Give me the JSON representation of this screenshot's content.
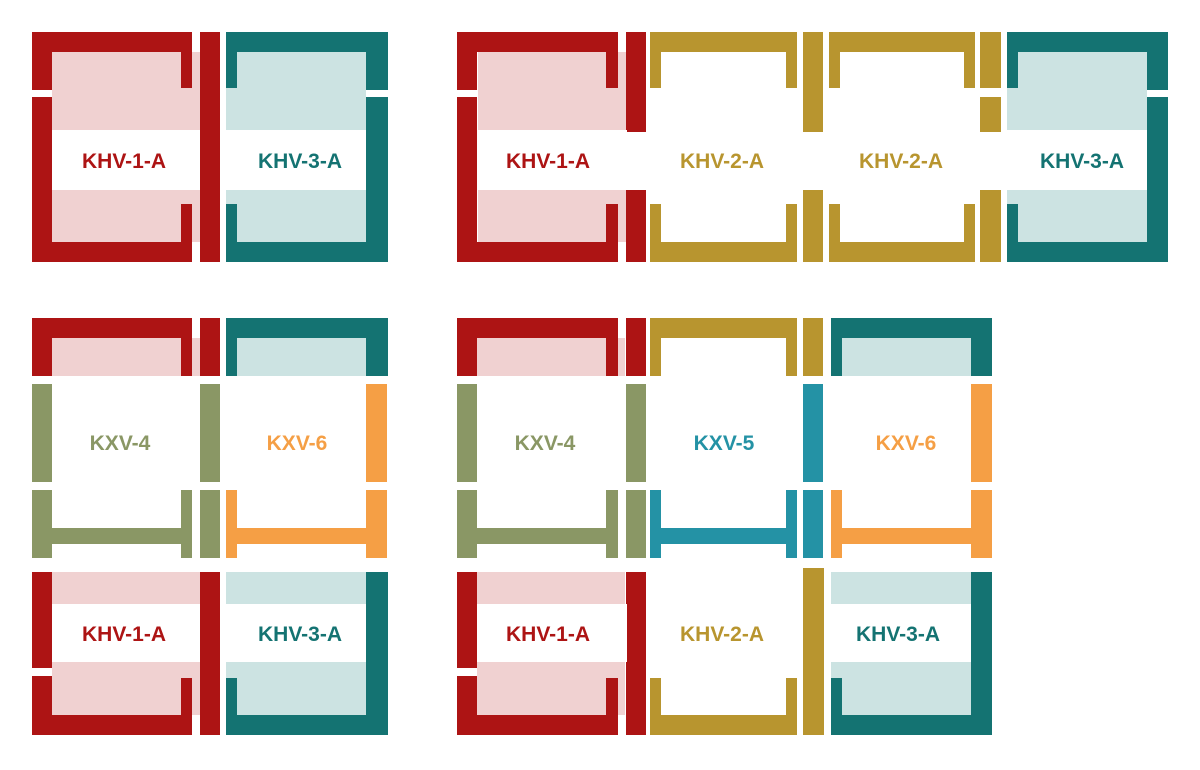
{
  "colors": {
    "khv1": "#ad1414",
    "khv1_fill": "#f0d1d1",
    "khv2": "#b8952f",
    "khv3": "#147372",
    "khv3_fill": "#cce3e2",
    "kxv4": "#8a9765",
    "kxv5": "#2492a5",
    "kxv6": "#f59f45",
    "background": "#ffffff"
  },
  "groups": [
    {
      "name": "khv-pair-top-left",
      "label_texts": [
        "KHV-1-A",
        "KHV-3-A"
      ]
    },
    {
      "name": "khv-quad-top-right",
      "label_texts": [
        "KHV-1-A",
        "KHV-2-A",
        "KHV-2-A",
        "KHV-3-A"
      ]
    },
    {
      "name": "khv-kxv-2x2-bottom-left",
      "label_texts": [
        "KXV-4",
        "KXV-6",
        "KHV-1-A",
        "KHV-3-A"
      ]
    },
    {
      "name": "khv-kxv-3x2-bottom-right",
      "label_texts": [
        "KXV-4",
        "KXV-5",
        "KXV-6",
        "KHV-1-A",
        "KHV-2-A",
        "KHV-3-A"
      ]
    }
  ]
}
